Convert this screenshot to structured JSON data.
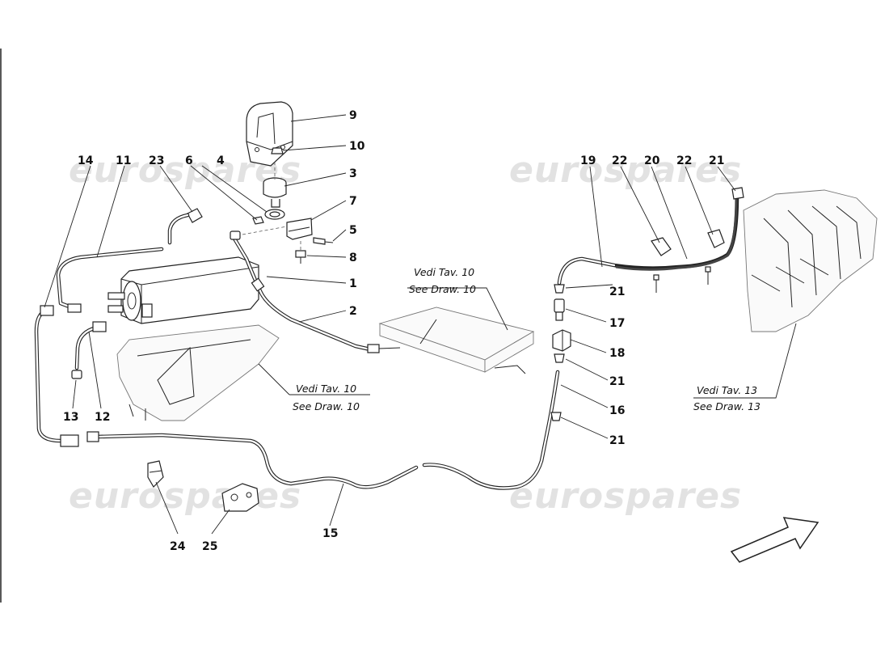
{
  "watermarks": [
    "eurospares",
    "eurospares",
    "eurospares",
    "eurospares"
  ],
  "callouts": {
    "c1": "1",
    "c2": "2",
    "c3": "3",
    "c4": "4",
    "c5": "5",
    "c6": "6",
    "c7": "7",
    "c8": "8",
    "c9": "9",
    "c10": "10",
    "c11": "11",
    "c12": "12",
    "c13": "13",
    "c14": "14",
    "c15": "15",
    "c16": "16",
    "c17": "17",
    "c18": "18",
    "c19": "19",
    "c20": "20",
    "c21a": "21",
    "c21b": "21",
    "c21c": "21",
    "c21d": "21",
    "c22a": "22",
    "c22b": "22",
    "c23": "23",
    "c24": "24",
    "c25": "25"
  },
  "references": {
    "ref_center": {
      "vedi": "Vedi Tav. 10",
      "see": "See Draw. 10"
    },
    "ref_left": {
      "vedi": "Vedi Tav. 10",
      "see": "See Draw. 10"
    },
    "ref_right": {
      "vedi": "Vedi Tav. 13",
      "see": "See Draw. 13"
    }
  }
}
